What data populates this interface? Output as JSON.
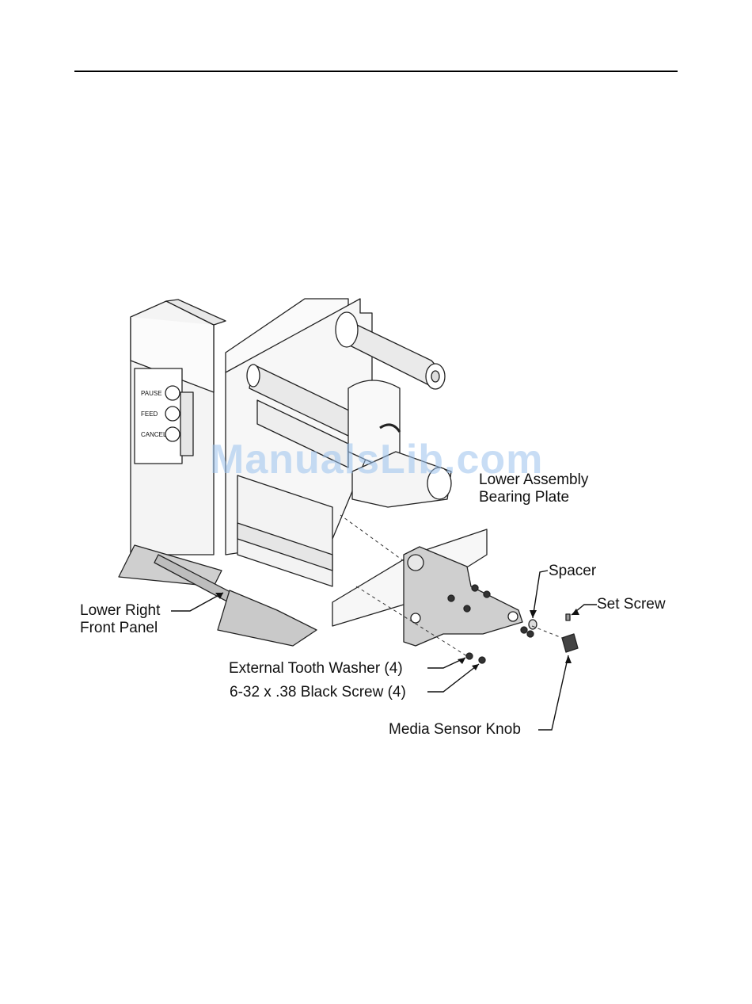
{
  "labels": {
    "lower_assembly_line1": "Lower Assembly",
    "lower_assembly_line2": "Bearing Plate",
    "spacer": "Spacer",
    "set_screw": "Set Screw",
    "lower_right_line1": "Lower Right",
    "lower_right_line2": "Front Panel",
    "external_tooth_washer": "External Tooth Washer (4)",
    "black_screw": "6-32 x .38 Black Screw (4)",
    "media_sensor_knob": "Media Sensor Knob"
  },
  "panel_buttons": [
    "PAUSE",
    "FEED",
    "CANCEL"
  ],
  "watermark": "ManualsLib.com"
}
